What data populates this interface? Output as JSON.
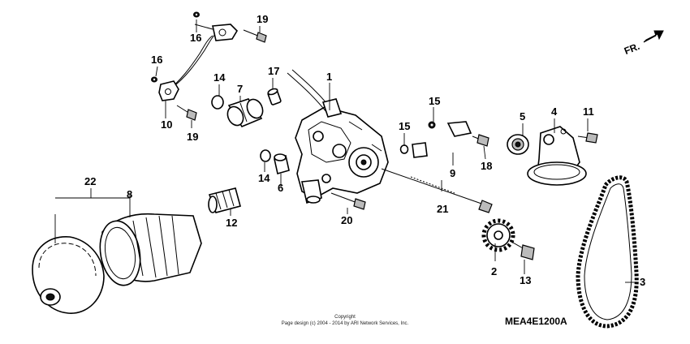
{
  "diagram": {
    "direction_badge": "FR.",
    "diagram_code": "MEA4E1200A",
    "copyright_line1": "Copyright",
    "copyright_line2": "Page design (c) 2004 - 2014 by ARI Network Services, Inc.",
    "callouts": {
      "c1": "1",
      "c2": "2",
      "c3": "3",
      "c4": "4",
      "c5": "5",
      "c6": "6",
      "c7": "7",
      "c8": "8",
      "c9": "9",
      "c10": "10",
      "c11": "11",
      "c12": "12",
      "c13": "13",
      "c14a": "14",
      "c14b": "14",
      "c15a": "15",
      "c15b": "15",
      "c16a": "16",
      "c16b": "16",
      "c17": "17",
      "c18": "18",
      "c19a": "19",
      "c19b": "19",
      "c20": "20",
      "c21": "21",
      "c22": "22"
    }
  }
}
